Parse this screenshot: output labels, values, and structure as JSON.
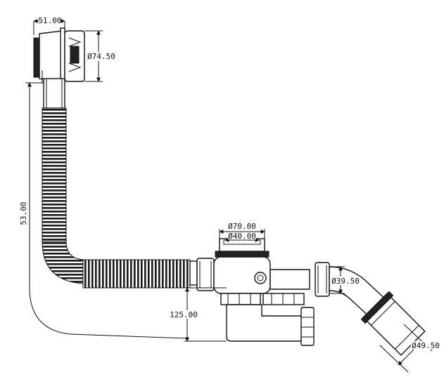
{
  "dimensions": {
    "overflow_width": "51.00",
    "overflow_diameter": "Ø74.50",
    "vertical_length": "53.00",
    "trap_outer_diameter": "Ø70.00",
    "trap_inner_diameter": "Ø40.00",
    "outlet_diameter": "Ø39.50",
    "trap_depth": "125.00",
    "waste_diameter": "Ø49.50"
  }
}
